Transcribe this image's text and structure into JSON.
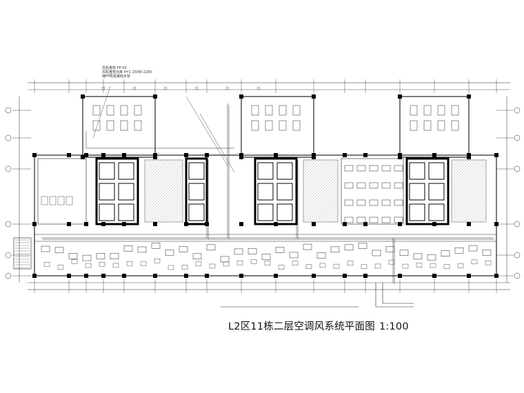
{
  "drawing": {
    "title": "L2区11栋二层空调风系统平面图",
    "scale": "1:100",
    "annotation": {
      "line1": "风机盘管 FP-0X",
      "line2": "风机盘管功率 P=1 150W 220V",
      "line3": "接FP机组凝结水管"
    }
  },
  "colors": {
    "line": "#222222",
    "hatch": "#9a9a9a",
    "column": "#000000"
  }
}
